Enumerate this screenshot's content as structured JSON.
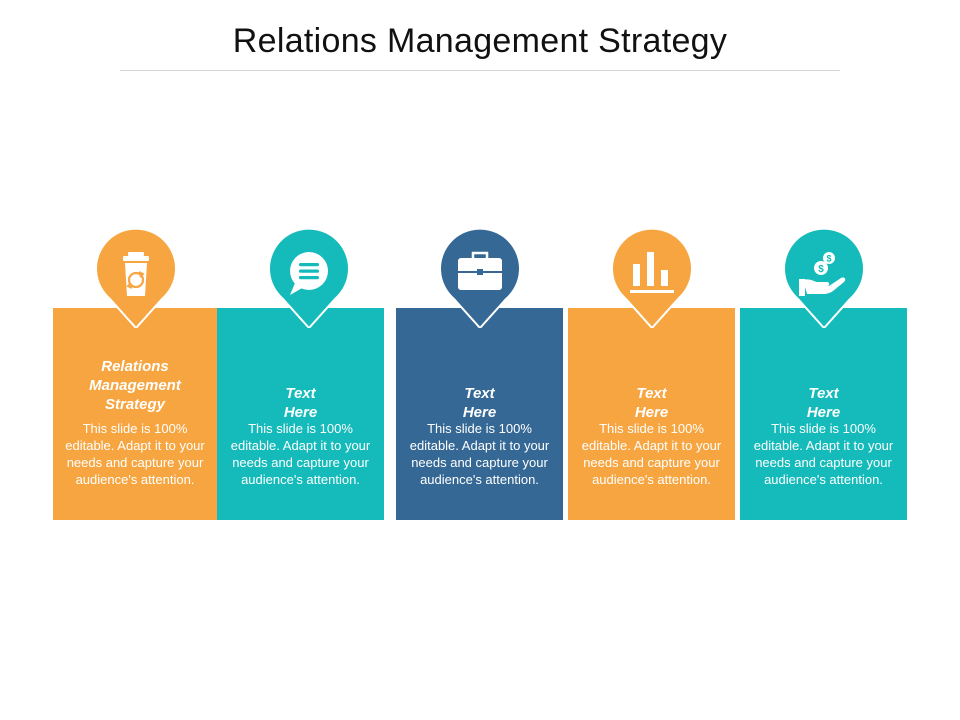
{
  "slide": {
    "title": "Relations Management Strategy"
  },
  "colors": {
    "orange": "#F7A540",
    "teal": "#14BBBA",
    "navy": "#356895"
  },
  "cards": [
    {
      "heading": "Relations\nManagement\nStrategy",
      "body": "This slide is 100% editable. Adapt it to your needs and capture your audience's attention.",
      "color": "#F7A540",
      "icon": "recycle-bin-icon"
    },
    {
      "heading": "Text\nHere",
      "body": "This slide is 100% editable. Adapt it to your needs and capture your audience's attention.",
      "color": "#14BBBA",
      "icon": "chat-bubble-icon"
    },
    {
      "heading": "Text\nHere",
      "body": "This slide is 100% editable. Adapt it to your needs and capture your audience's attention.",
      "color": "#356895",
      "icon": "briefcase-icon"
    },
    {
      "heading": "Text\nHere",
      "body": "This slide is 100% editable. Adapt it to your needs and capture your audience's attention.",
      "color": "#F7A540",
      "icon": "bar-chart-icon"
    },
    {
      "heading": "Text\nHere",
      "body": "This slide is 100% editable. Adapt it to your needs and capture your audience's attention.",
      "color": "#14BBBA",
      "icon": "money-hand-icon"
    }
  ]
}
